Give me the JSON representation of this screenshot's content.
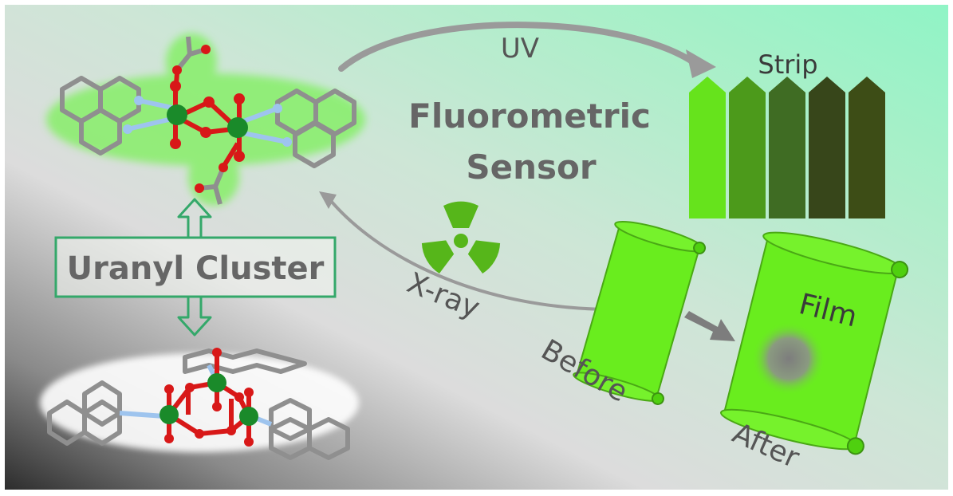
{
  "labels": {
    "uv": "UV",
    "xray": "X-ray",
    "title_line1": "Fluorometric",
    "title_line2": "Sensor",
    "strip": "Strip",
    "cluster": "Uranyl Cluster",
    "before": "Before",
    "after": "After",
    "film": "Film"
  },
  "strip_colors": [
    "#66e31c",
    "#4c9a1b",
    "#3f6c23",
    "#37461a",
    "#3d4d16"
  ],
  "colors": {
    "film_green": "#69ed1e",
    "cluster_green": "#34a86a",
    "label_gray": "#666666",
    "uranium": "#1a8a2a",
    "oxygen": "#d81818",
    "nitrogen": "#9ec4ee",
    "carbon": "#9a9a9a",
    "radiation": "#56b61a"
  }
}
